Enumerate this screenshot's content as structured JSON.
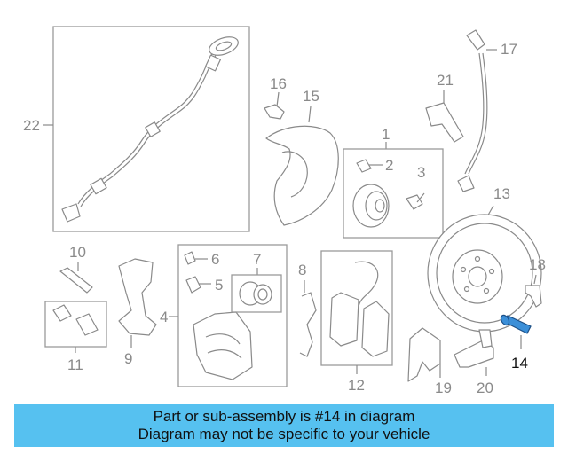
{
  "labels": {
    "p1": "1",
    "p2": "2",
    "p3": "3",
    "p4": "4",
    "p5": "5",
    "p6": "6",
    "p7": "7",
    "p8": "8",
    "p9": "9",
    "p10": "10",
    "p11": "11",
    "p12": "12",
    "p13": "13",
    "p14": "14",
    "p15": "15",
    "p16": "16",
    "p17": "17",
    "p18": "18",
    "p19": "19",
    "p20": "20",
    "p21": "21",
    "p22": "22"
  },
  "highlight_color": "#3b8fd8",
  "banner": {
    "line1": "Part or sub-assembly is #14 in diagram",
    "line2": "Diagram may not be specific to your vehicle",
    "color": "#56c1f0"
  }
}
